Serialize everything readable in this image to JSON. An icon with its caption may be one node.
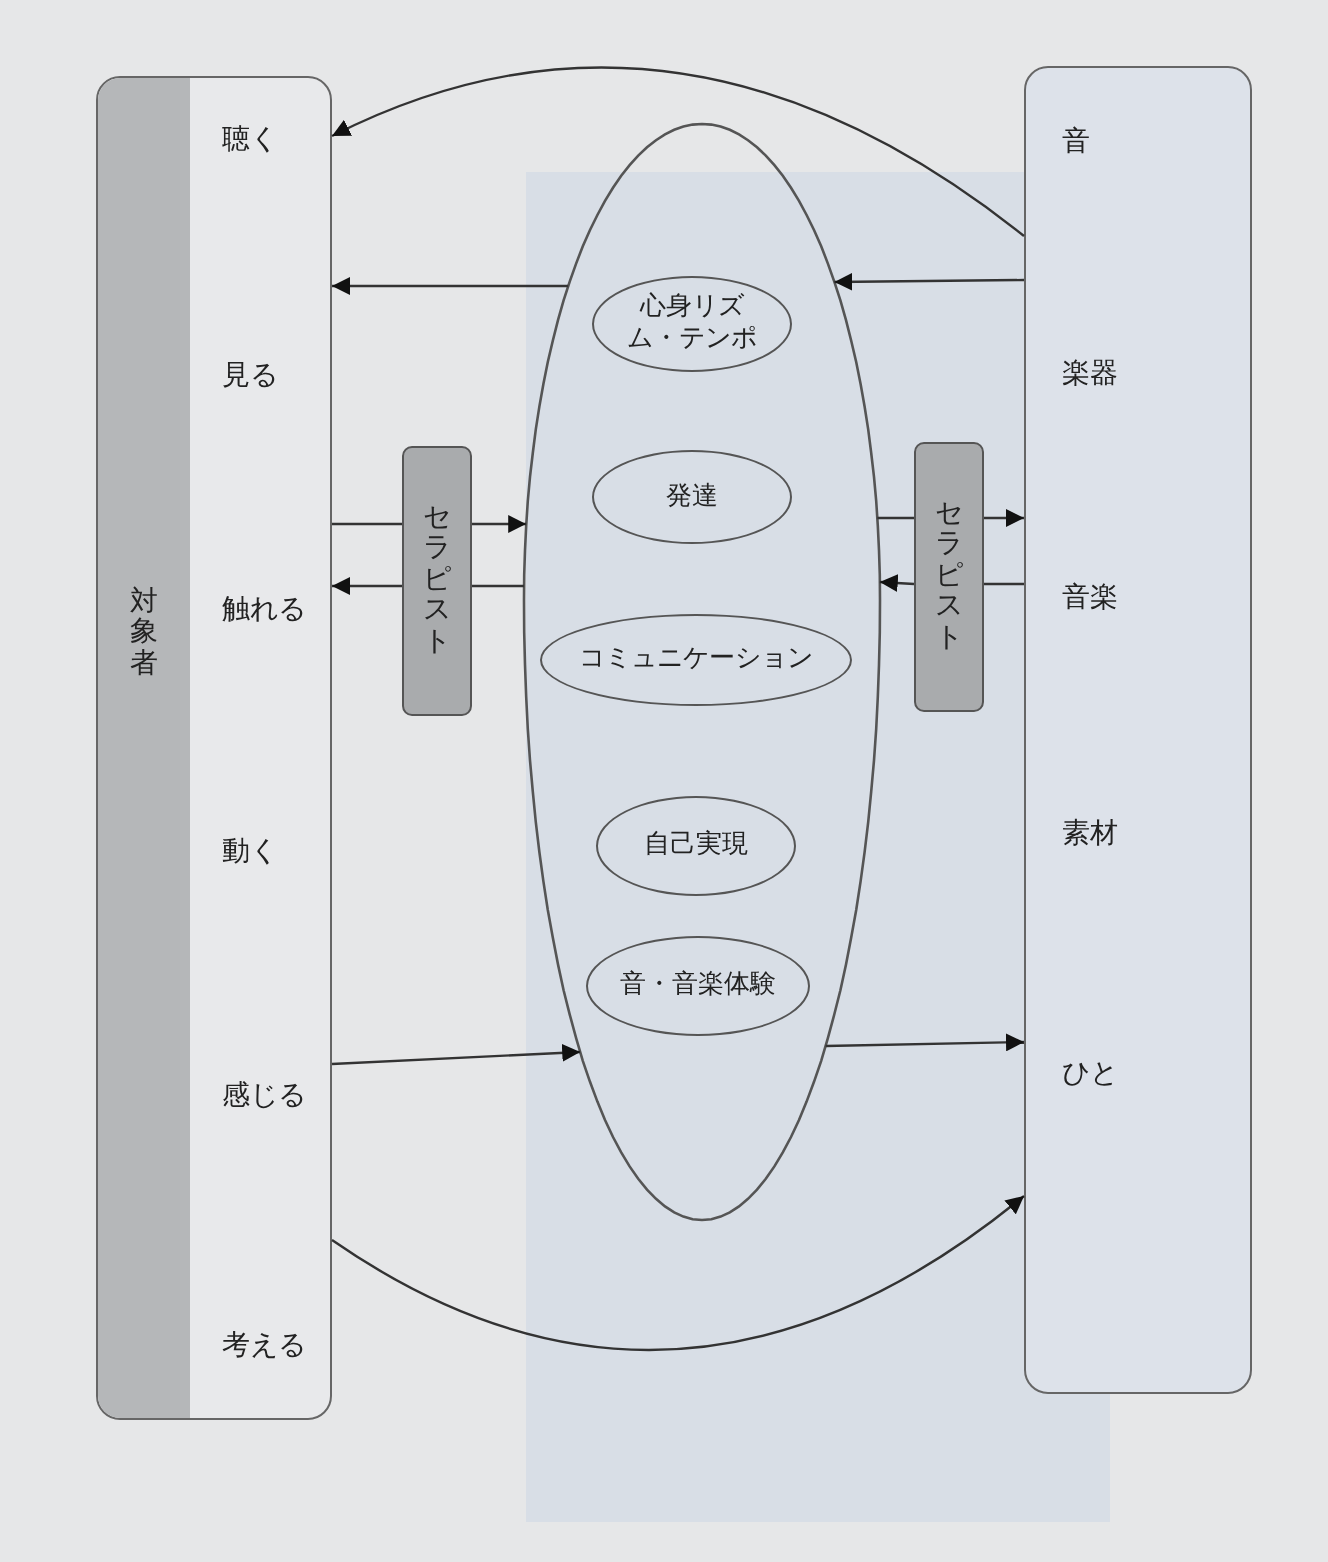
{
  "diagram": {
    "nodes": [
      {
        "text": [
          "対象者",
          "聴く",
          "見る",
          "触れる",
          "動く",
          "感じる",
          "考える"
        ]
      },
      {
        "text": [],
        "shape": "ellipse"
      },
      {
        "text": [
          "心身リズム・テンポ"
        ],
        "in": 1
      },
      {
        "text": [
          "発達"
        ],
        "in": 1
      },
      {
        "text": [
          "コミュニケーション"
        ],
        "in": 1
      },
      {
        "text": [
          "自己実現"
        ],
        "in": 1
      },
      {
        "text": [
          "音・音楽体験"
        ],
        "in": 1
      },
      {
        "text": [
          "セラピスト"
        ]
      },
      {
        "text": [
          "セラピスト"
        ]
      },
      {
        "text": [
          "音",
          "楽器",
          "音楽",
          "素材",
          "ひと"
        ]
      }
    ],
    "edges": [
      {
        "from": 9,
        "to": 0,
        "arrow": "to"
      },
      {
        "from": 9,
        "to": 1,
        "arrow": "to"
      },
      {
        "from": 1,
        "to": 0,
        "arrow": "to"
      },
      {
        "from": 0,
        "to": 7,
        "arrow": "none"
      },
      {
        "from": 7,
        "to": 1,
        "arrow": "to"
      },
      {
        "from": 1,
        "to": 7,
        "arrow": "none"
      },
      {
        "from": 7,
        "to": 0,
        "arrow": "to"
      },
      {
        "from": 1,
        "to": 8,
        "arrow": "none"
      },
      {
        "from": 8,
        "to": 9,
        "arrow": "to"
      },
      {
        "from": 9,
        "to": 8,
        "arrow": "none"
      },
      {
        "from": 8,
        "to": 1,
        "arrow": "to"
      },
      {
        "from": 0,
        "to": 1,
        "arrow": "to"
      },
      {
        "from": 1,
        "to": 9,
        "arrow": "to"
      },
      {
        "from": 0,
        "to": 9,
        "arrow": "to"
      }
    ]
  }
}
